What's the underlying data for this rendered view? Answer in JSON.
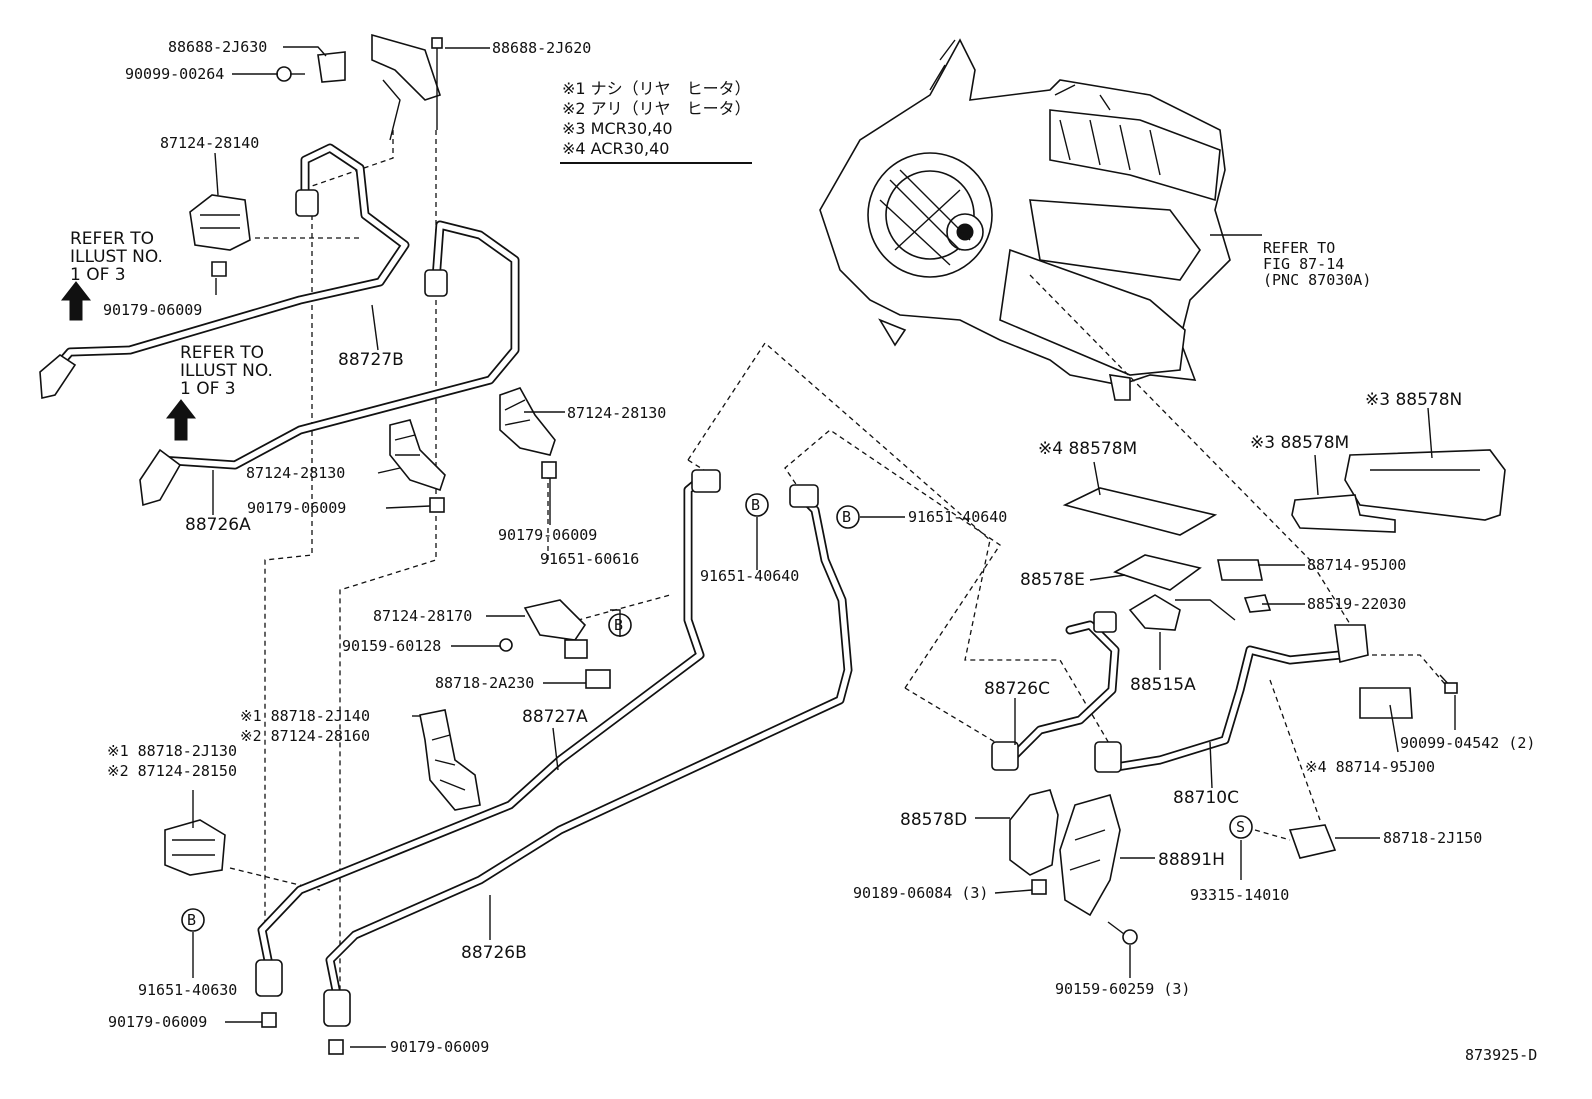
{
  "notes": {
    "n1": "※1 ナシ（リヤ　ヒータ）",
    "n2": "※2 アリ（リヤ　ヒータ）",
    "n3": "※3 MCR30,40",
    "n4": "※4 ACR30,40"
  },
  "refers": {
    "illust_a": [
      "REFER TO",
      "ILLUST NO.",
      "1 OF 3"
    ],
    "illust_b": [
      "REFER TO",
      "ILLUST NO.",
      "1 OF 3"
    ],
    "fig": [
      "REFER TO",
      "FIG 87-14",
      "(PNC 87030A)"
    ]
  },
  "markers": {
    "b": "B",
    "s": "S"
  },
  "labels": {
    "p88688_2J630": "88688-2J630",
    "p88688_2J620": "88688-2J620",
    "p90099_00264": "90099-00264",
    "p87124_28140": "87124-28140",
    "p90179_06009_a": "90179-06009",
    "p88727B": "88727B",
    "p88726A": "88726A",
    "p87124_28130_a": "87124-28130",
    "p87124_28130_b": "87124-28130",
    "p90179_06009_b": "90179-06009",
    "p90179_06009_c": "90179-06009",
    "p91651_60616": "91651-60616",
    "p91651_40640_a": "91651-40640",
    "p91651_40640_b": "91651-40640",
    "p87124_28170": "87124-28170",
    "p90159_60128": "90159-60128",
    "p88718_2A230": "88718-2A230",
    "p88718_2J140": "※1 88718-2J140",
    "p87124_28160": "※2 87124-28160",
    "p88727A": "88727A",
    "p88718_2J130": "※1 88718-2J130",
    "p87124_28150": "※2 87124-28150",
    "p91651_40630": "91651-40630",
    "p90179_06009_d": "90179-06009",
    "p88726B": "88726B",
    "p90179_06009_e": "90179-06009",
    "p88578N": "※3 88578N",
    "p88578M_3": "※3  88578M",
    "p88578M_4": "※4 88578M",
    "p88714_95J00_a": "88714-95J00",
    "p88578E": "88578E",
    "p88519_22030": "88519-22030",
    "p88726C": "88726C",
    "p88515A": "88515A",
    "p90099_04542": "90099-04542 (2)",
    "p88714_95J00_b": "※4  88714-95J00",
    "p88710C": "88710C",
    "p88578D": "88578D",
    "p88891H": "88891H",
    "p88718_2J150": "88718-2J150",
    "p93315_14010": "93315-14010",
    "p90189_06084": "90189-06084 (3)",
    "p90159_60259": "90159-60259 (3)",
    "drawing_no": "873925-D"
  }
}
